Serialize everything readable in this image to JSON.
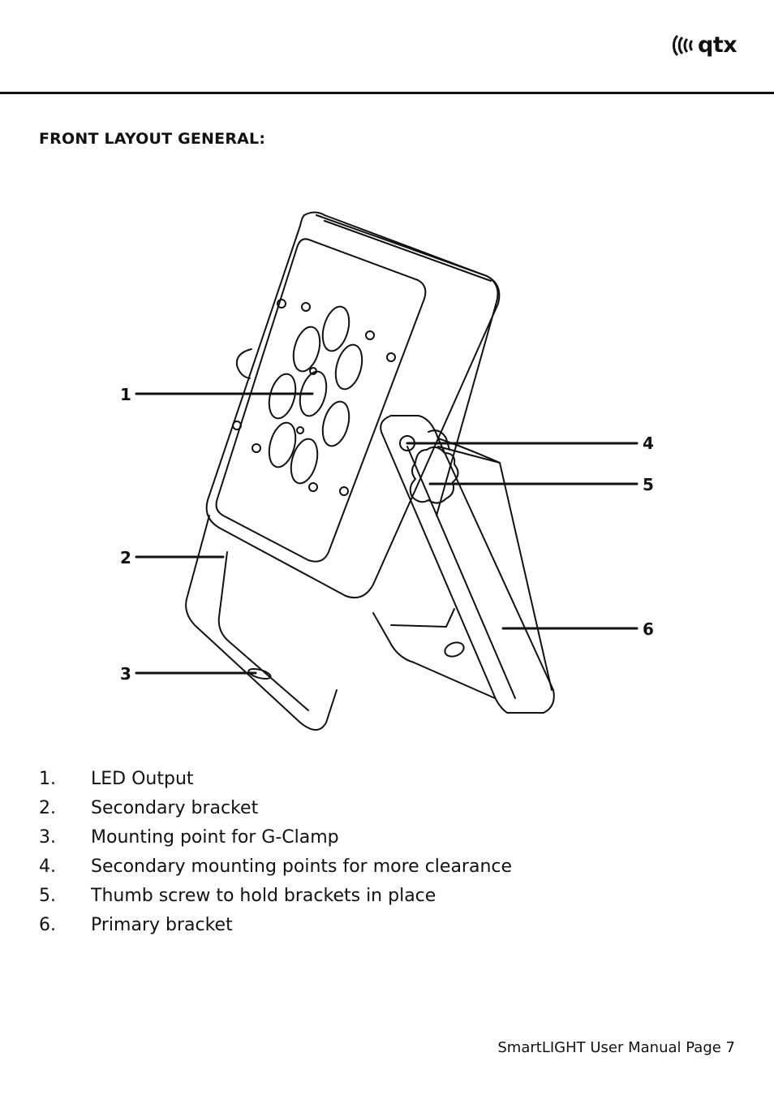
{
  "header": {
    "brand": "qtx",
    "logo_icon": "qtx-wave-logo"
  },
  "section": {
    "title": "FRONT LAYOUT GENERAL:"
  },
  "diagram": {
    "callouts": [
      "1",
      "2",
      "3",
      "4",
      "5",
      "6"
    ]
  },
  "legend": [
    {
      "number": "1.",
      "text": "LED Output"
    },
    {
      "number": "2.",
      "text": "Secondary bracket"
    },
    {
      "number": "3.",
      "text": "Mounting point for G-Clamp"
    },
    {
      "number": "4.",
      "text": "Secondary mounting points for more clearance"
    },
    {
      "number": "5.",
      "text": "Thumb screw to hold brackets in place"
    },
    {
      "number": "6.",
      "text": "Primary bracket"
    }
  ],
  "footer": {
    "text": "SmartLIGHT User Manual Page 7"
  }
}
